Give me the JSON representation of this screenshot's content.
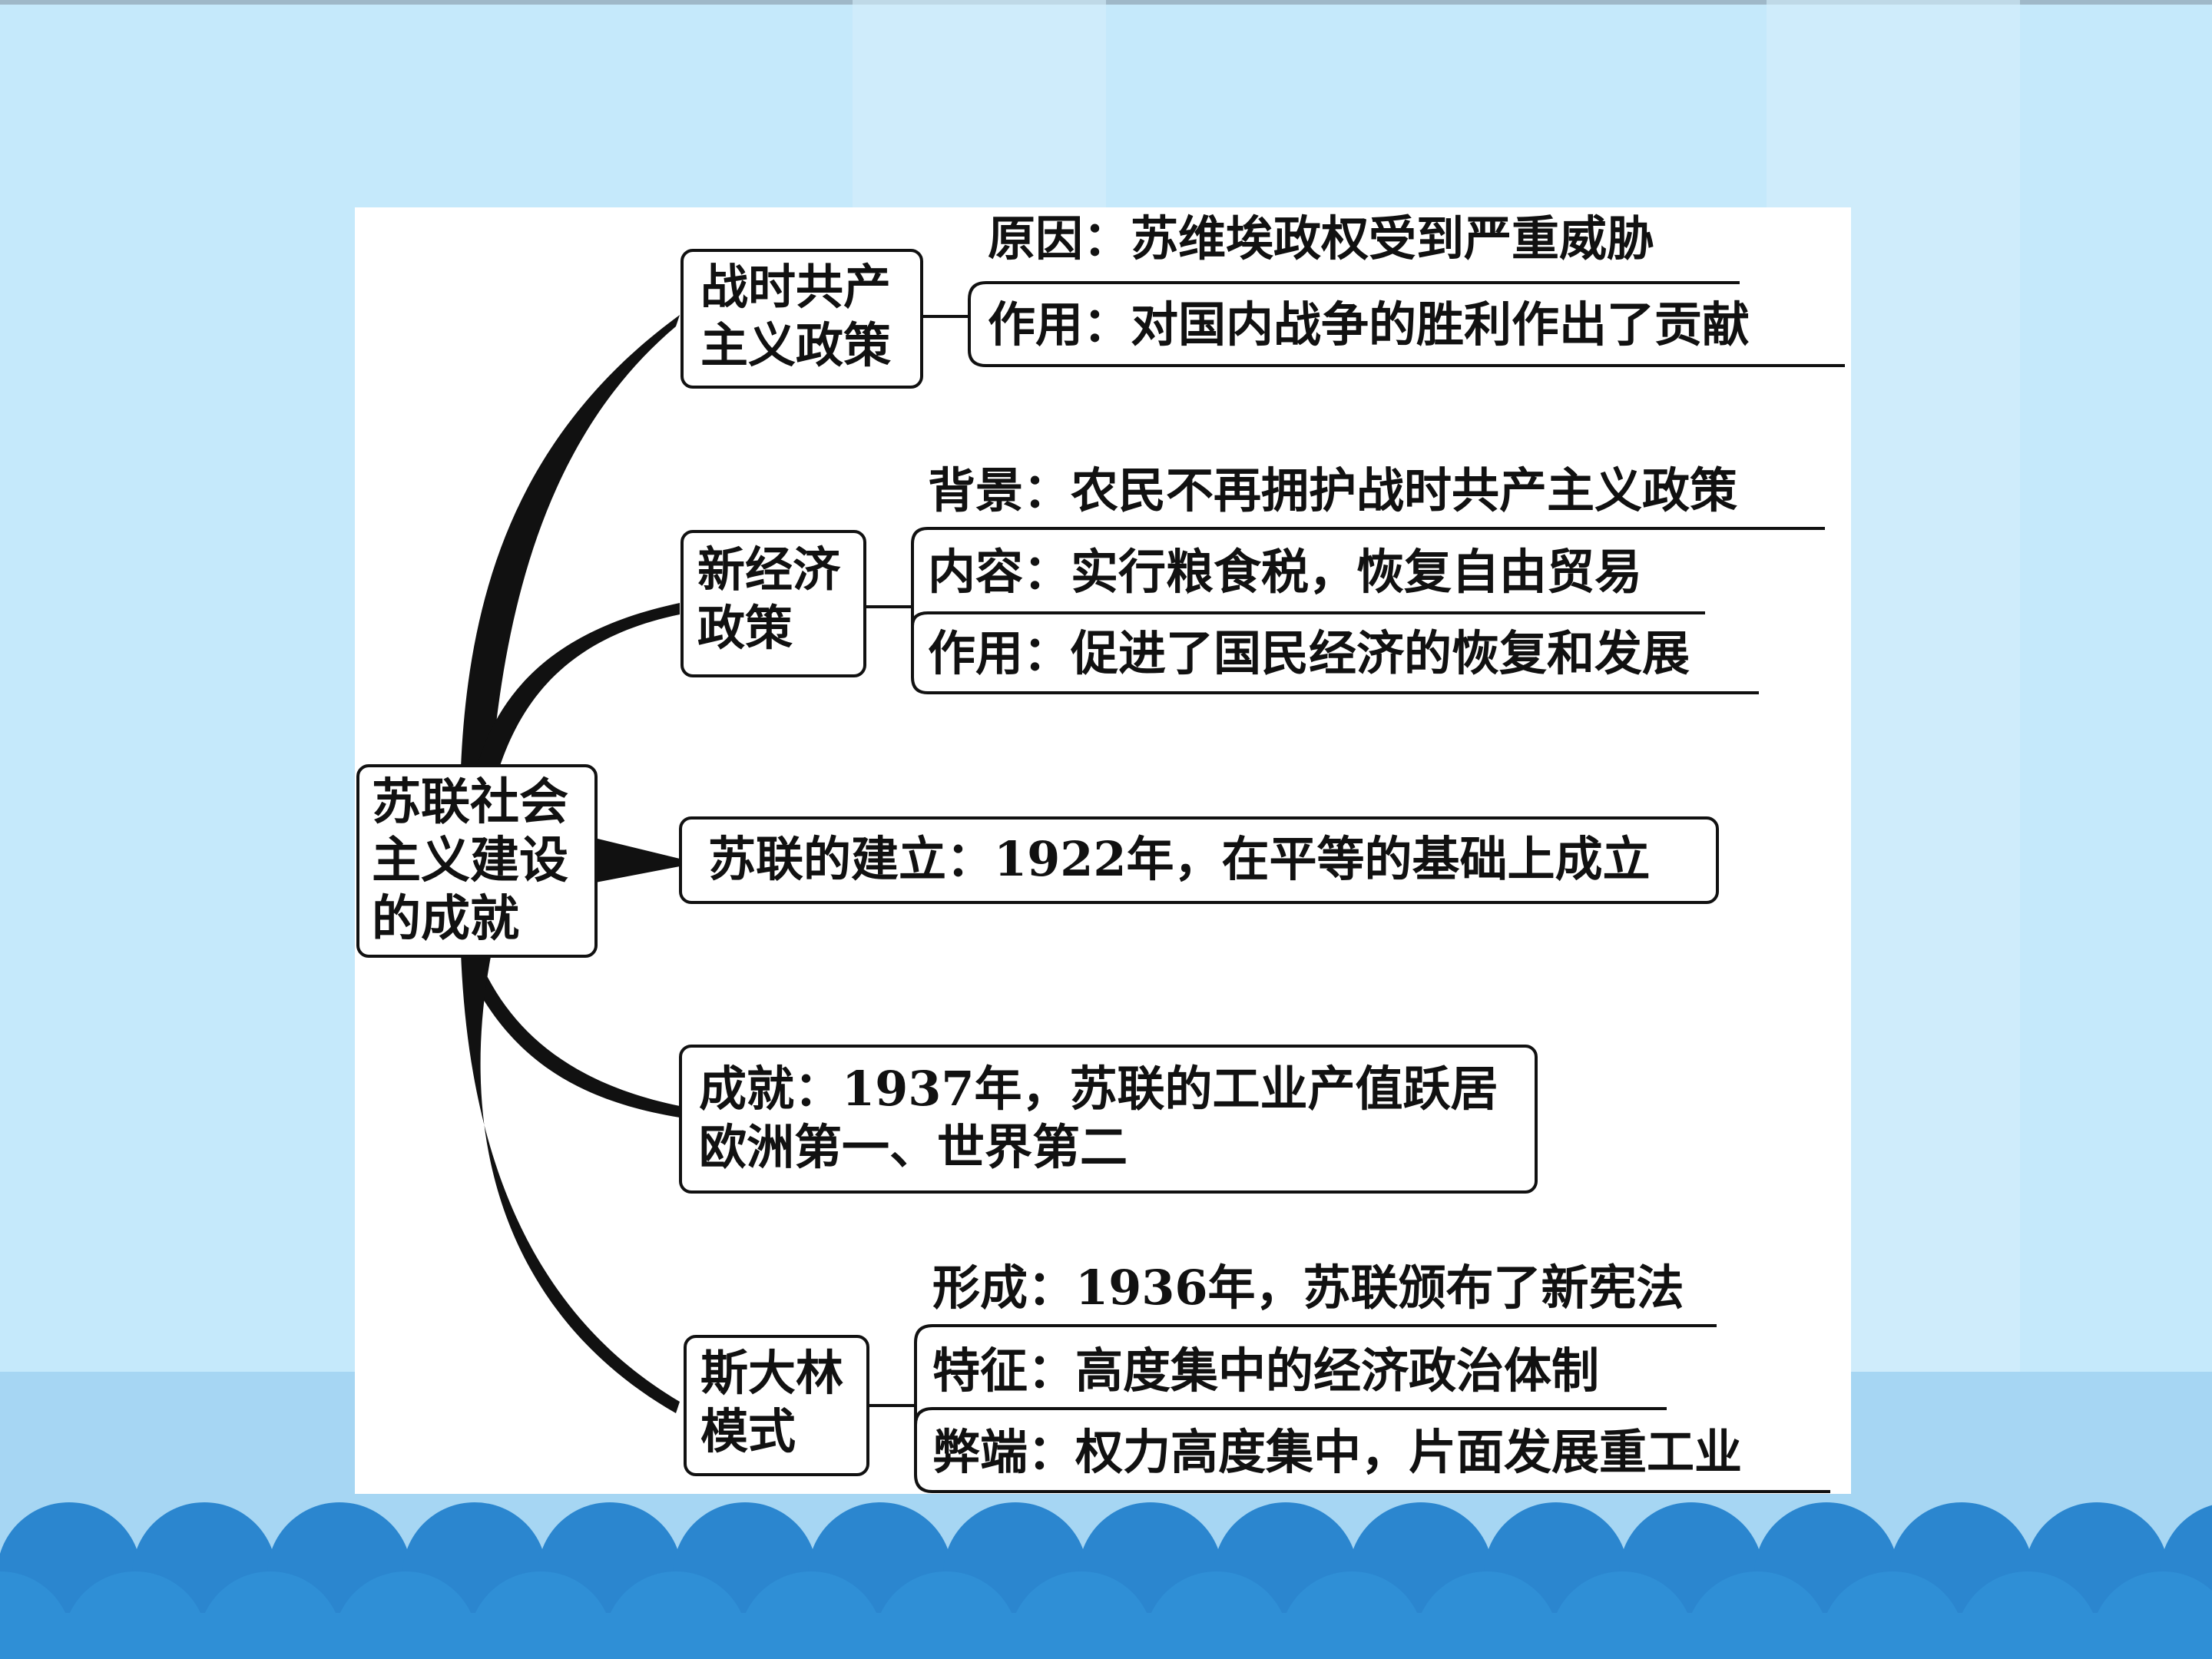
{
  "slide": {
    "colors": {
      "background": "#c5e9fb",
      "stripe_light": "#d6eefc",
      "bottom_band": "#a6d6f3",
      "wave": "#2b86cf",
      "panel": "#ffffff",
      "ink": "#111111"
    }
  },
  "root": {
    "lines": [
      "苏联社会",
      "主义建设",
      "的成就"
    ]
  },
  "branches": [
    {
      "lines": [
        "战时共产",
        "主义政策"
      ],
      "details": [
        "原因：苏维埃政权受到严重威胁",
        "作用：对国内战争的胜利作出了贡献"
      ]
    },
    {
      "lines": [
        "新经济",
        "政策"
      ],
      "details": [
        "背景：农民不再拥护战时共产主义政策",
        "内容：实行粮食税，恢复自由贸易",
        "作用：促进了国民经济的恢复和发展"
      ]
    },
    {
      "lines": [
        "苏联的建立：1922年，在平等的基础上成立"
      ],
      "details": []
    },
    {
      "lines": [
        "成就：1937年，苏联的工业产值跃居",
        "欧洲第一、世界第二"
      ],
      "details": []
    },
    {
      "lines": [
        "斯大林",
        "模式"
      ],
      "details": [
        "形成：1936年，苏联颁布了新宪法",
        "特征：高度集中的经济政治体制",
        "弊端：权力高度集中，片面发展重工业"
      ]
    }
  ]
}
